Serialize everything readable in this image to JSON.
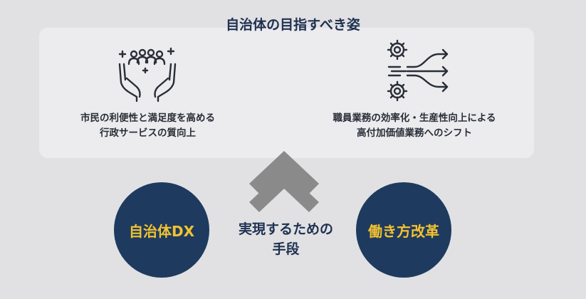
{
  "title": "自治体の目指すべき姿",
  "left_goal": {
    "icon": "people-care-icon",
    "lines": [
      "市民の利便性と満足度を高める",
      "行政サービスの質向上"
    ]
  },
  "right_goal": {
    "icon": "gears-process-icon",
    "lines": [
      "職員業務の効率化・生産性向上による",
      "高付加価値業務へのシフト"
    ]
  },
  "means": {
    "lines": [
      "実現するための",
      "手段"
    ]
  },
  "left_circle": {
    "label": "自治体DX"
  },
  "right_circle": {
    "label": "働き方改革"
  },
  "colors": {
    "background": "#e1e1e3",
    "panel": "#ececee",
    "navy": "#1e3a5f",
    "accent_yellow": "#f2c230",
    "chevron_gray": "#8a8a8a"
  }
}
